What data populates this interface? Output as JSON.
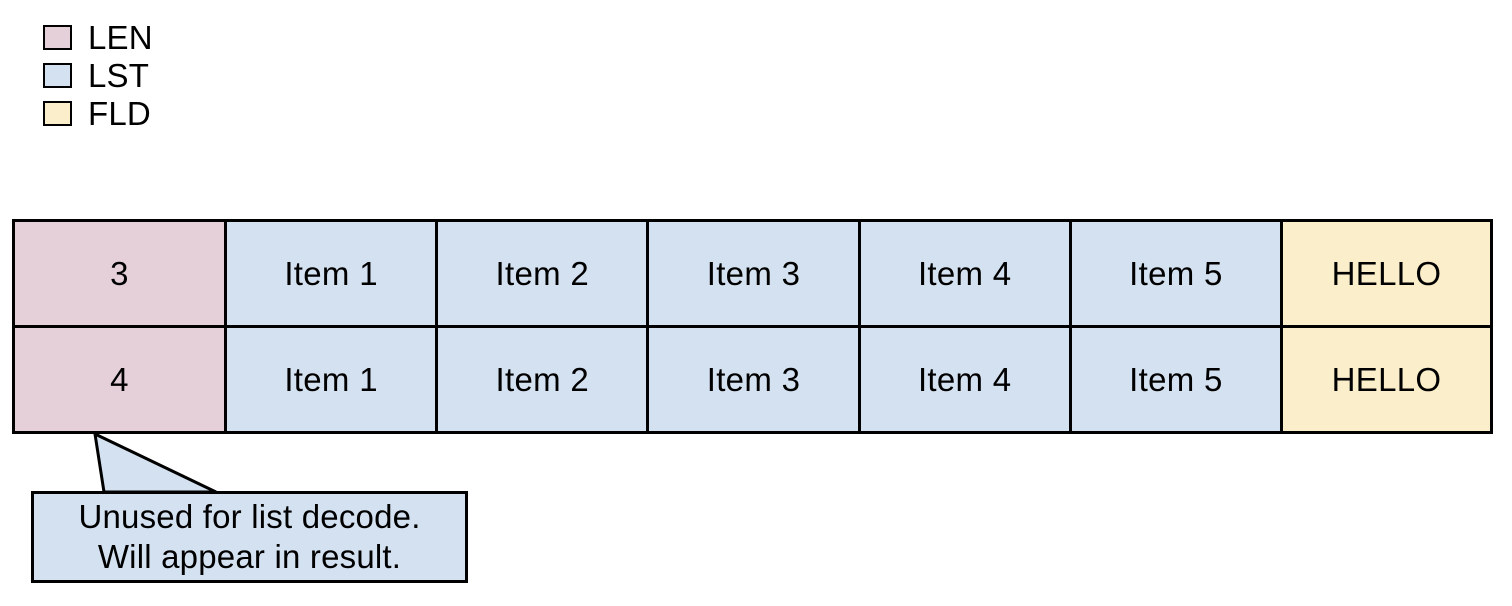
{
  "legend": {
    "items": [
      {
        "label": "LEN",
        "color": "#e5d0da",
        "swatch_name": "legend-swatch-len"
      },
      {
        "label": "LST",
        "color": "#d4e1f0",
        "swatch_name": "legend-swatch-lst"
      },
      {
        "label": "FLD",
        "color": "#fbeecb",
        "swatch_name": "legend-swatch-fld"
      }
    ]
  },
  "table": {
    "rows": [
      {
        "len": "3",
        "list": [
          "Item 1",
          "Item 2",
          "Item 3",
          "Item 4",
          "Item 5"
        ],
        "fld": "HELLO"
      },
      {
        "len": "4",
        "list": [
          "Item 1",
          "Item 2",
          "Item 3",
          "Item 4",
          "Item 5"
        ],
        "fld": "HELLO"
      }
    ]
  },
  "callout": {
    "line1": "Unused for list decode.",
    "line2": "Will appear in result.",
    "fill_color": "#d4e1f0",
    "points_to": "4"
  },
  "colors": {
    "len_fill": "#e5d0da",
    "lst_fill": "#d4e1f0",
    "fld_fill": "#fbeecb",
    "stroke": "#000000",
    "background": "#ffffff"
  }
}
